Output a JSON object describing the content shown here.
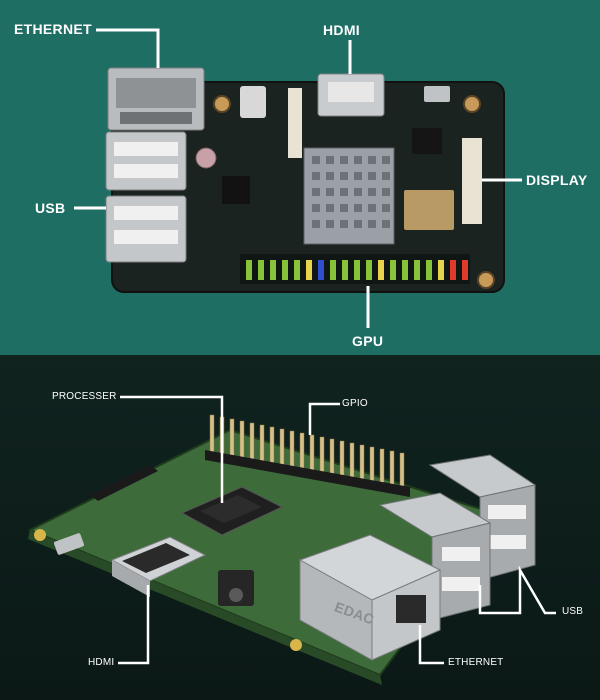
{
  "top_board": {
    "labels": {
      "ethernet": "ETHERNET",
      "hdmi": "HDMI",
      "usb": "USB",
      "display": "DISPLAY",
      "gpu": "GPU"
    }
  },
  "bottom_board": {
    "labels": {
      "processer": "PROCESSER",
      "gpio": "GPIO",
      "usb": "USB",
      "hdmi": "HDMI",
      "ethernet": "ETHERNET"
    },
    "chip_markings": {
      "ethernet_port": "EDAC"
    }
  },
  "colors": {
    "top_background": "#1e6e64",
    "bottom_background": "#10231f",
    "leader_line": "#ffffff",
    "pcb_dark": "#1c2420",
    "pcb_green": "#3d6b3a"
  }
}
